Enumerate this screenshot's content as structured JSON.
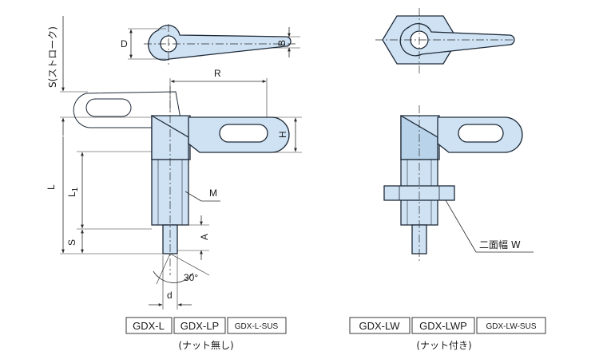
{
  "left_view": {
    "top_labels": {
      "D": "D",
      "B": "B"
    },
    "dims": {
      "S_stroke": "S(ストローク)",
      "R": "R",
      "H": "H",
      "L": "L",
      "L1": "L",
      "L1_sub": "1",
      "S": "S",
      "M": "M",
      "A": "A",
      "angle": "30°",
      "d": "d"
    },
    "codes": [
      "GDX-L",
      "GDX-LP",
      "GDX-L-SUS"
    ],
    "caption": "(ナット無し)"
  },
  "right_view": {
    "width_label": "二面幅 W",
    "codes": [
      "GDX-LW",
      "GDX-LWP",
      "GDX-LW-SUS"
    ],
    "caption": "(ナット付き)"
  },
  "colors": {
    "part_fill": "#cfe2f3",
    "outline": "#1e2a38"
  }
}
